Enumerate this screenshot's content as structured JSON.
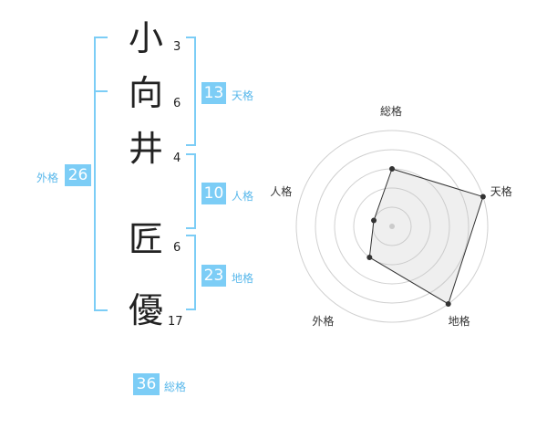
{
  "name_chars": [
    {
      "char": "小",
      "strokes": "3"
    },
    {
      "char": "向",
      "strokes": "6"
    },
    {
      "char": "井",
      "strokes": "4"
    },
    {
      "char": "匠",
      "strokes": "6"
    },
    {
      "char": "優",
      "strokes": "17"
    }
  ],
  "fortunes": {
    "tenkaku": {
      "value": "13",
      "label": "天格"
    },
    "jinkaku": {
      "value": "10",
      "label": "人格"
    },
    "chikaku": {
      "value": "23",
      "label": "地格"
    },
    "gaikaku": {
      "value": "26",
      "label": "外格"
    },
    "soukaku": {
      "value": "36",
      "label": "総格"
    }
  },
  "colors": {
    "accent": "#7ccdf6",
    "bracket": "#7ccdf6",
    "label": "#59b8eb",
    "text": "#222222"
  },
  "chart_data": {
    "type": "radar",
    "axes": [
      "総格",
      "天格",
      "地格",
      "外格",
      "人格"
    ],
    "values": [
      3,
      5,
      5,
      2,
      1
    ],
    "max": 5,
    "rings": 5,
    "grid": true
  }
}
